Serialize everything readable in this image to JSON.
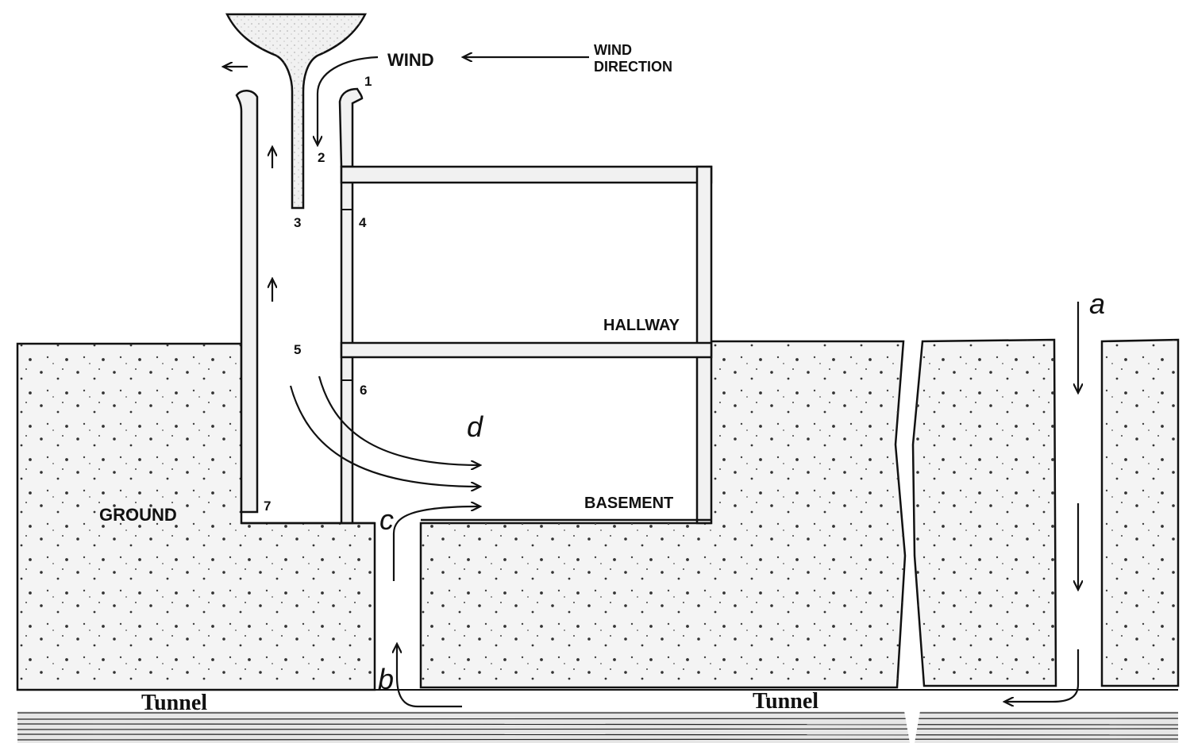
{
  "title": "",
  "labels": {
    "wind": "WIND",
    "wind_direction_line1": "WIND",
    "wind_direction_line2": "DIRECTION",
    "hallway": "HALLWAY",
    "basement": "BASEMENT",
    "ground": "GROUND",
    "tunnel_left": "Tunnel",
    "tunnel_right": "Tunnel"
  },
  "points": [
    "1",
    "2",
    "3",
    "4",
    "5",
    "6",
    "7"
  ],
  "flow_letters": [
    "a",
    "b",
    "c",
    "d"
  ],
  "colors": {
    "ink": "#111111",
    "wall_fill": "#f1f1f1",
    "ground_fill": "#f4f4f4",
    "background": "#ffffff"
  }
}
